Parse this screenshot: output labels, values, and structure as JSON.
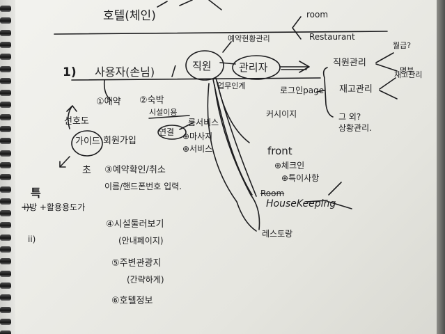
{
  "title": "호텔(체인)",
  "top_branch": {
    "room": "room",
    "restaurant": "Restaurant",
    "reservation": "예약현황관리"
  },
  "section_number": "1)",
  "user_label": "사용자(손님)",
  "slash": "/",
  "roles": {
    "employee": "직원",
    "manager": "관리자"
  },
  "manager_branches": {
    "staff_mgmt": "직원관리",
    "salary": "월급?",
    "roster": "명부",
    "stock_mgmt": "재고관리",
    "stock_short": "재고관리",
    "misc": "그 외?",
    "sales_mgmt": "상황관리."
  },
  "employee_branches": {
    "handover": "업무인계",
    "login_page": "로그인page",
    "customer_msg": "커시이지",
    "front": "front",
    "checkin": "⊕체크인",
    "special": "⊕특이사항",
    "housekeeping": "HouseKeeping",
    "crossed": "Room",
    "cleaning": "레스토랑"
  },
  "user_items": {
    "item1": "①예약",
    "item2": "②숙박",
    "view_facilities": "시설이용",
    "room_service": "룸서비스",
    "massage": "⊕마사지",
    "extra": "⊕서비스",
    "connected": "연결",
    "membership": "회원가입",
    "guide": "가이드",
    "favorites": "선호도",
    "item3": "③예약확인/취소",
    "item3_sub": "이름/핸드폰번호 입력.",
    "item4": "④시설둘러보기",
    "item4_sub": "(안내페이지)",
    "item5": "⑤주변관광지",
    "item5_sub": "(간략하게)",
    "item6": "⑥호텔정보",
    "arrow_note": "초"
  },
  "left_notes": {
    "heading": "특",
    "line1": "i)방 +활용용도가",
    "line2": "ii)"
  }
}
